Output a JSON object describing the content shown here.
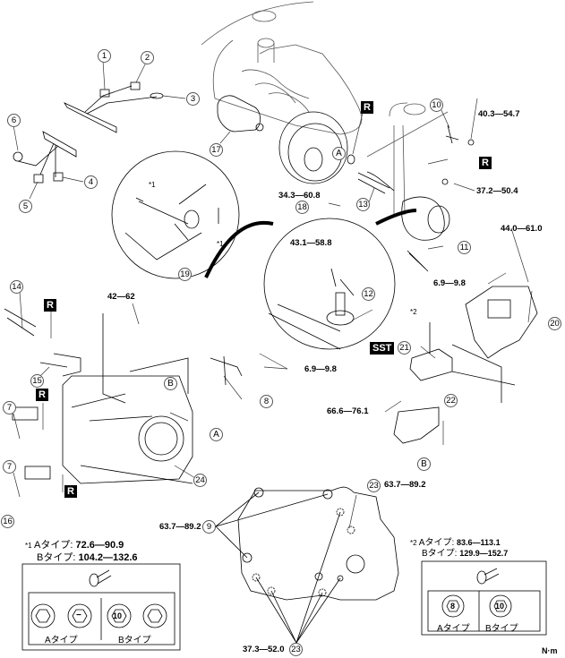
{
  "diagram": {
    "type": "exploded-parts-assembly",
    "unit": "N·m",
    "callouts": [
      "1",
      "2",
      "3",
      "4",
      "5",
      "6",
      "7",
      "7",
      "8",
      "9",
      "10",
      "11",
      "12",
      "13",
      "14",
      "15",
      "16",
      "17",
      "18",
      "19",
      "20",
      "21",
      "22",
      "23",
      "23",
      "24"
    ],
    "letters": [
      "A",
      "A",
      "B",
      "B"
    ],
    "replace_marker": "R",
    "sst_marker": "SST",
    "torques": {
      "t_10": "40.3—54.7",
      "t_r2": "37.2—50.4",
      "t_18": "34.3—60.8",
      "t_12": "43.1—58.8",
      "t_20a": "44.0—61.0",
      "t_20b": "6.9—9.8",
      "t_42": "42—62",
      "t_8": "6.9—9.8",
      "t_22": "66.6—76.1",
      "t_9": "63.7—89.2",
      "t_23a": "63.7—89.2",
      "t_23b": "37.3—52.0"
    },
    "star1": "*1",
    "star2": "*2",
    "note1": {
      "mark": "*1",
      "a_label": "Aタイプ:",
      "a_value": "72.6—90.9",
      "b_label": "Bタイプ:",
      "b_value": "104.2—132.6",
      "bolt_a1": "",
      "bolt_a2": "−",
      "bolt_b1": "10",
      "bolt_b2": "",
      "type_a": "Aタイプ",
      "type_b": "Bタイプ"
    },
    "note2": {
      "mark": "*2",
      "a_label": "Aタイプ:",
      "a_value": "83.6—113.1",
      "b_label": "Bタイプ:",
      "b_value": "129.9—152.7",
      "bolt_a": "8",
      "bolt_b": "10",
      "type_a": "Aタイプ",
      "type_b": "Bタイプ"
    }
  }
}
